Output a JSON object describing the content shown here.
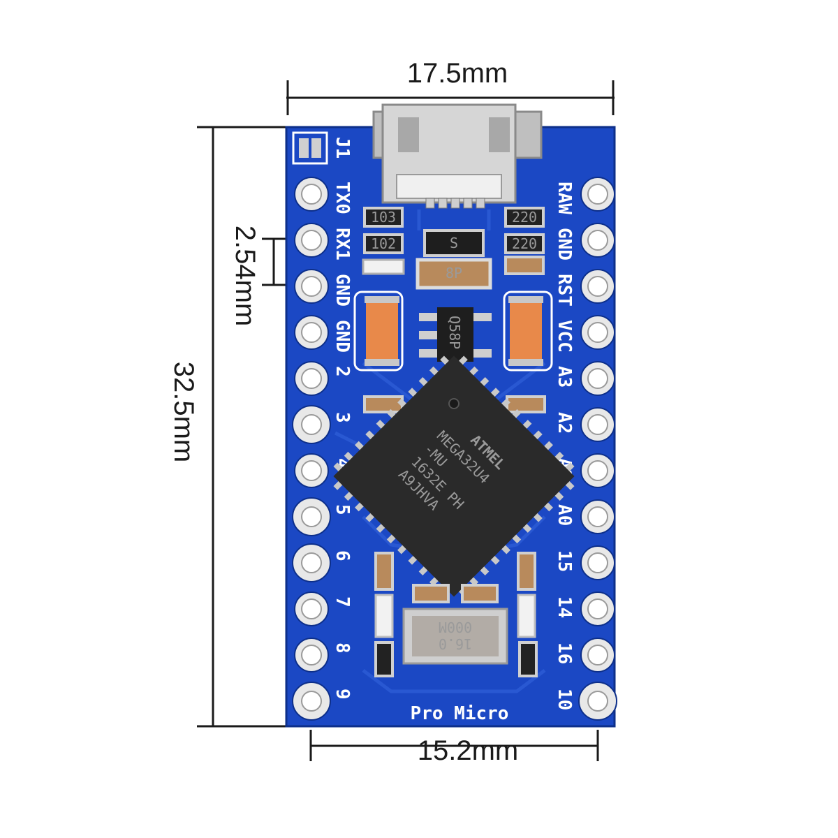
{
  "dimensions": {
    "width": "17.5mm",
    "height": "32.5mm",
    "pitch": "2.54mm",
    "pin_span": "15.2mm"
  },
  "board": {
    "name": "Pro Micro",
    "jumper_label": "J1",
    "left_pins": [
      "TX0",
      "RX1",
      "GND",
      "GND",
      "2",
      "3",
      "4",
      "5",
      "6",
      "7",
      "8",
      "9"
    ],
    "right_pins": [
      "RAW",
      "GND",
      "RST",
      "VCC",
      "A3",
      "A2",
      "A1",
      "A0",
      "15",
      "14",
      "16",
      "10"
    ],
    "chip_lines": [
      "MEGA32U4",
      "-MU",
      "1632E PH",
      "A9JHVA"
    ],
    "chip_brand": "ATMEL",
    "regulator_label": "S",
    "diode_label": "8P",
    "ic_label": "Q58P",
    "crystal_lines": [
      "16.0",
      "000M"
    ],
    "resistor_labels": [
      "103",
      "102",
      "220",
      "220"
    ],
    "colors": {
      "pcb": "#1b48c4",
      "pcb_edge": "#0d2f8a",
      "silk": "#ffffff",
      "pad": "#e8e8e8",
      "chip": "#2a2a2a",
      "capacitor": "#e8894a"
    }
  }
}
